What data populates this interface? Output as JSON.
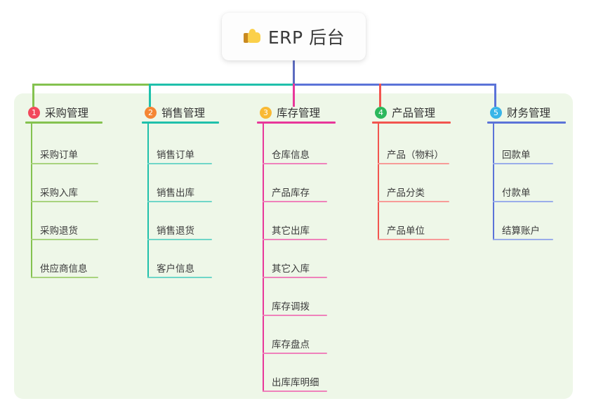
{
  "root": {
    "icon": "thumbs-up-icon",
    "title": "ERP 后台"
  },
  "colors": {
    "panel_bg": "#eef7e8",
    "root_bg": "#fdfdfd",
    "center_stem": "#5c6bc0",
    "branch_green": "#84c24f",
    "branch_teal": "#1fc0ab",
    "branch_pink": "#e8379a",
    "branch_red": "#f2554f",
    "branch_blue": "#5b73d8",
    "text": "#333333"
  },
  "columns": [
    {
      "index": "1",
      "badge_color": "#f2485b",
      "line_color": "#84c24f",
      "child_line_color": "#a8d37e",
      "title": "采购管理",
      "children": [
        "采购订单",
        "采购入库",
        "采购退货",
        "供应商信息"
      ]
    },
    {
      "index": "2",
      "badge_color": "#f58634",
      "line_color": "#1fc0ab",
      "child_line_color": "#6fd6c8",
      "title": "销售管理",
      "children": [
        "销售订单",
        "销售出库",
        "销售退货",
        "客户信息"
      ]
    },
    {
      "index": "3",
      "badge_color": "#f9b934",
      "line_color": "#e8379a",
      "child_line_color": "#ef82bb",
      "title": "库存管理",
      "children": [
        "仓库信息",
        "产品库存",
        "其它出库",
        "其它入库",
        "库存调拨",
        "库存盘点",
        "出库库明细"
      ]
    },
    {
      "index": "4",
      "badge_color": "#2cb85c",
      "line_color": "#f2554f",
      "child_line_color": "#f79b98",
      "title": "产品管理",
      "children": [
        "产品（物料）",
        "产品分类",
        "产品单位"
      ]
    },
    {
      "index": "5",
      "badge_color": "#39b5e8",
      "line_color": "#5b73d8",
      "child_line_color": "#9aadea",
      "title": "财务管理",
      "children": [
        "回款单",
        "付款单",
        "结算账户"
      ]
    }
  ],
  "connectors": {
    "stem_color": "#5c6bc0",
    "bus_segments": [
      {
        "name": "bus-green",
        "color": "#84c24f"
      },
      {
        "name": "bus-teal",
        "color": "#1fc0ab"
      },
      {
        "name": "bus-blue",
        "color": "#5b73d8"
      }
    ],
    "drops": [
      {
        "name": "drop-col1",
        "color": "#84c24f"
      },
      {
        "name": "drop-col2",
        "color": "#1fc0ab"
      },
      {
        "name": "drop-col3",
        "color": "#e8379a"
      },
      {
        "name": "drop-col4",
        "color": "#f2554f"
      },
      {
        "name": "drop-col5",
        "color": "#5b73d8"
      }
    ]
  }
}
